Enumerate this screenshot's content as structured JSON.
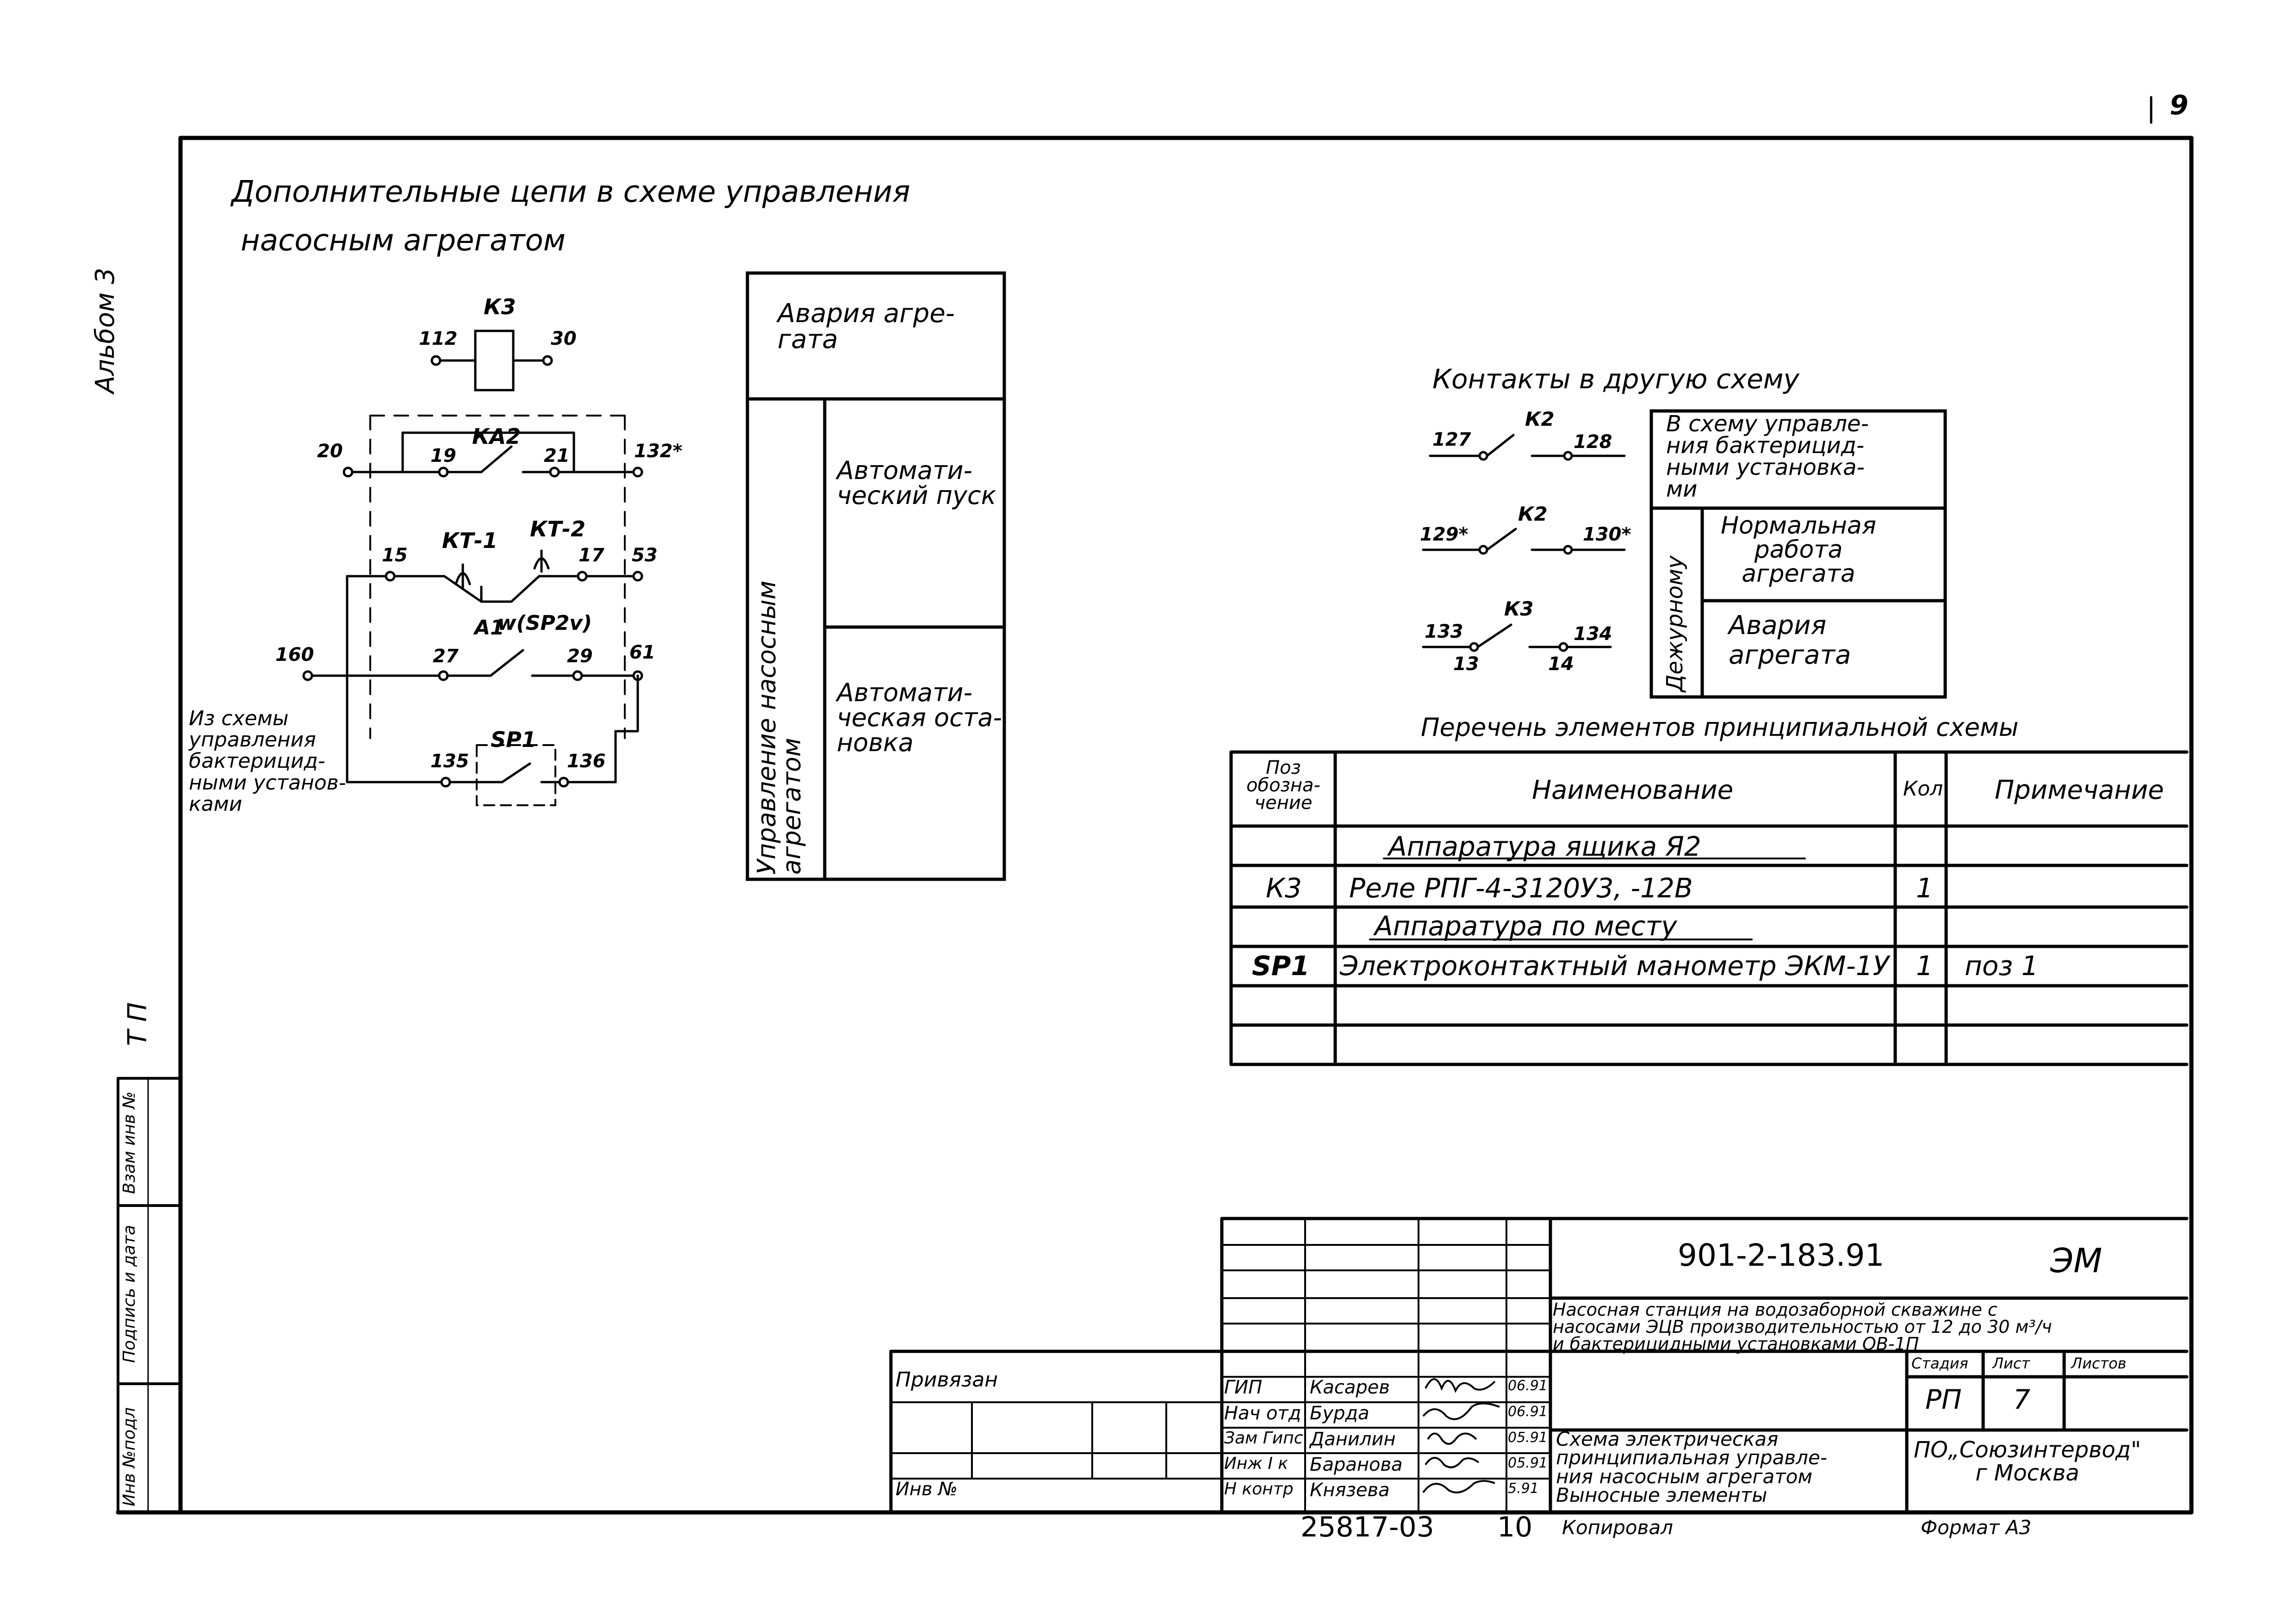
{
  "page_number": "9",
  "side": {
    "album": "Альбом 3",
    "tp": "Т П",
    "vzam": "Взам инв №",
    "podpis": "Подпись и дата",
    "inv_podl": "Инв №подл"
  },
  "heading": {
    "line1": "Дополнительные цепи в схеме управления",
    "line2": "насосным агрегатом"
  },
  "left_circuit": {
    "k3": "К3",
    "n112": "112",
    "n30": "30",
    "n20": "20",
    "n19": "19",
    "ka2": "КА2",
    "n21": "21",
    "n132": "132*",
    "n15": "15",
    "kt1": "КТ-1",
    "kt2": "КТ-2",
    "n17": "17",
    "n53": "53",
    "a1": "А1",
    "a1sp2": "w(SP2v)",
    "n160": "160",
    "n27": "27",
    "n29": "29",
    "n61": "61",
    "n135": "135",
    "sp1": "SP1",
    "n136": "136",
    "from_note": "Из схемы\nуправления\nбактерицид-\nными установ-\nками"
  },
  "middle_table": {
    "avaria": "Авария агре-\nгата",
    "upravlenie": "Управление насосным\nагрегатом",
    "avto_pusk": "Автомати-\nческий пуск",
    "avto_ost": "Автомати-\nческая оста-\nновка"
  },
  "contacts": {
    "title": "Контакты в другую схему",
    "k2a": "К2",
    "n127": "127",
    "n128": "128",
    "k2b": "К2",
    "n129": "129*",
    "n130": "130*",
    "k3": "К3",
    "n133": "133",
    "n134": "134",
    "n13": "13",
    "n14": "14",
    "box_top": "В схему управле-\nния бактерицид-\nными установка-\nми",
    "dezhurnomu": "Дежурному",
    "normal": "Нормальная\nработа\nагрегата",
    "avaria": "Авария\nагрегата"
  },
  "elements": {
    "title": "Перечень элементов принципиальной схемы",
    "headers": {
      "pos": "Поз\nобозна-\nчение",
      "name": "Наименование",
      "qty": "Кол",
      "note": "Примечание"
    },
    "rows": [
      {
        "pos": "",
        "name": "Аппаратура ящика Я2",
        "qty": "",
        "note": "",
        "section": true
      },
      {
        "pos": "К3",
        "name": "Реле РПГ-4-3120У3, -12В",
        "qty": "1",
        "note": ""
      },
      {
        "pos": "",
        "name": "Аппаратура по месту",
        "qty": "",
        "note": "",
        "section": true
      },
      {
        "pos": "SP1",
        "name": "Электроконтактный манометр ЭКМ-1У",
        "qty": "1",
        "note": "поз 1"
      },
      {
        "pos": "",
        "name": "",
        "qty": "",
        "note": ""
      },
      {
        "pos": "",
        "name": "",
        "qty": "",
        "note": ""
      }
    ]
  },
  "title_block": {
    "doc_code": "901-2-183.91",
    "mark": "ЭМ",
    "project": "Насосная станция на водозаборной скважине с\nнасосами ЭЦВ производительностью от 12 до 30 м³/ч\nи бактерицидными установками ОВ-1П",
    "stadia_h": "Стадия",
    "list_h": "Лист",
    "listov_h": "Листов",
    "stadia": "РП",
    "list": "7",
    "listov": "",
    "drawing_title": "Схема электрическая\nпринципиальная управле-\nния насосным агрегатом\nВыносные элементы",
    "org": "ПО„Союзинтервод\"\nг Москва",
    "privyazan": "Привязан",
    "inv": "Инв №",
    "people": [
      {
        "role": "ГИП",
        "name": "Касарев",
        "date": "06.91"
      },
      {
        "role": "Нач отд",
        "name": "Бурда",
        "date": "06.91"
      },
      {
        "role": "Зам Гипс",
        "name": "Данилин",
        "date": "05.91"
      },
      {
        "role": "Инж I к",
        "name": "Баранова",
        "date": "05.91"
      },
      {
        "role": "Н контр",
        "name": "Князева",
        "date": "5.91"
      }
    ]
  },
  "footer": {
    "number": "25817-03",
    "sheet": "10",
    "copied": "Копировал",
    "format": "Формат А3"
  }
}
